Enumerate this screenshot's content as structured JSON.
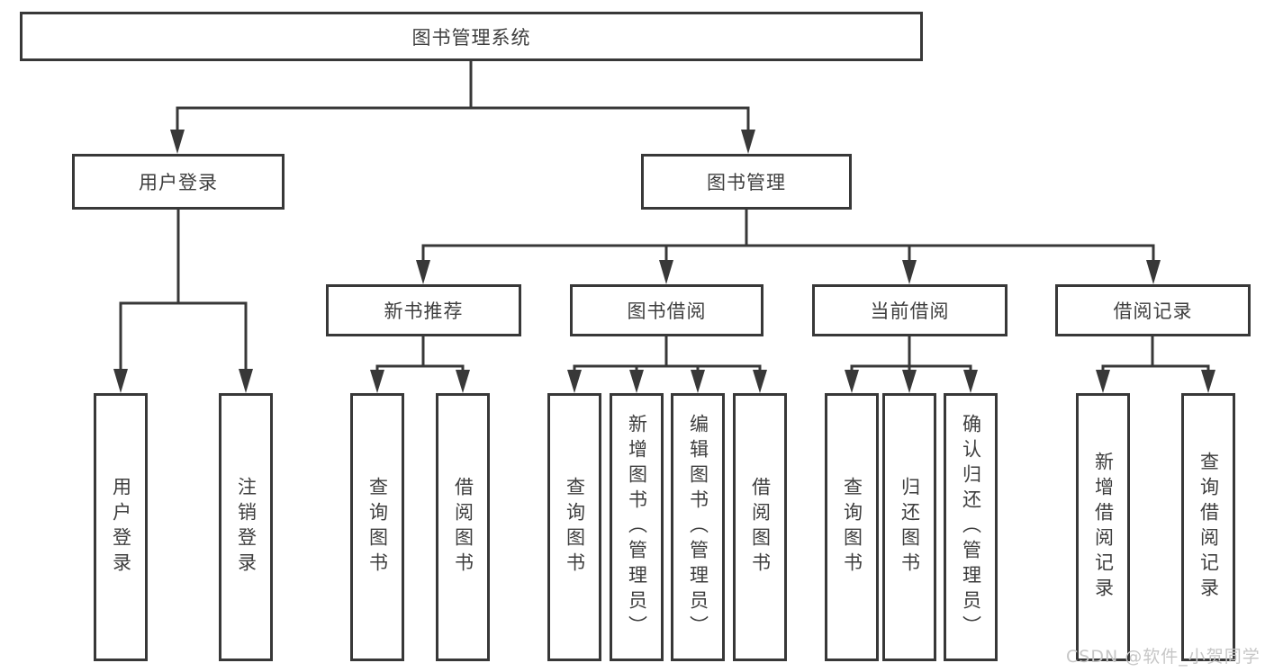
{
  "diagram": {
    "root": {
      "label": "图书管理系统"
    },
    "user_login": {
      "label": "用户登录",
      "children": [
        {
          "label": "用户登录"
        },
        {
          "label": "注销登录"
        }
      ]
    },
    "book_mgmt": {
      "label": "图书管理",
      "groups": [
        {
          "label": "新书推荐",
          "children": [
            {
              "label": "查询图书"
            },
            {
              "label": "借阅图书"
            }
          ]
        },
        {
          "label": "图书借阅",
          "children": [
            {
              "label": "查询图书"
            },
            {
              "label": "新增图书（管理员）"
            },
            {
              "label": "编辑图书（管理员）"
            },
            {
              "label": "借阅图书"
            }
          ]
        },
        {
          "label": "当前借阅",
          "children": [
            {
              "label": "查询图书"
            },
            {
              "label": "归还图书"
            },
            {
              "label": "确认归还（管理员）"
            }
          ]
        },
        {
          "label": "借阅记录",
          "children": [
            {
              "label": "新增借阅记录"
            },
            {
              "label": "查询借阅记录"
            }
          ]
        }
      ]
    }
  },
  "watermark": {
    "text": "CSDN @软件_小贺同学"
  },
  "colors": {
    "line": "#383838",
    "text": "#3e3e3e",
    "background": "#ffffff",
    "watermark": "#c6c6c6"
  }
}
